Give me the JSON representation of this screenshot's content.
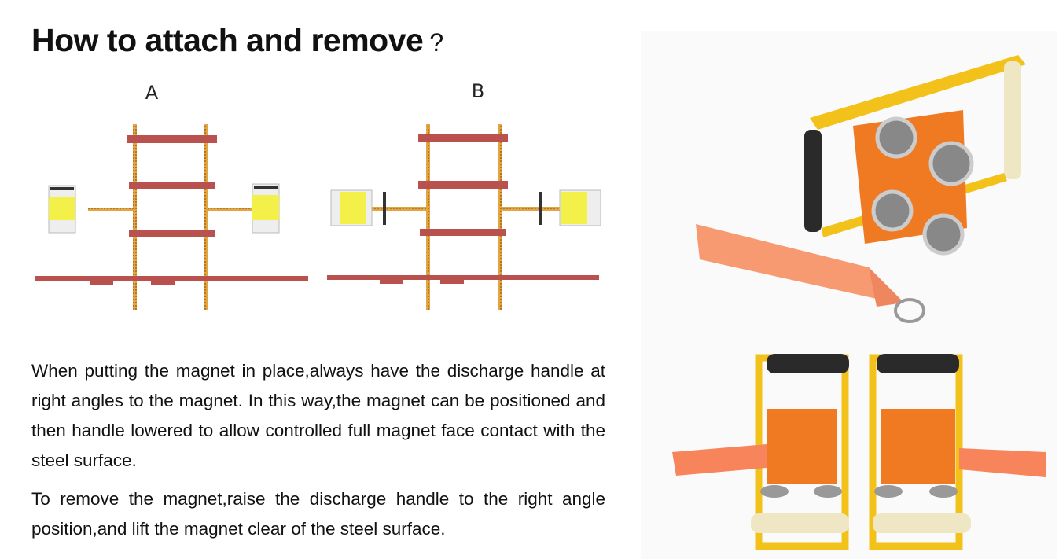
{
  "title": {
    "text": "How to attach and remove",
    "mark": "?"
  },
  "diagram": {
    "label_a": "A",
    "label_b": "B"
  },
  "paragraphs": [
    "When putting the magnet in place,always have the discharge handle at right angles to the magnet. In this way,the magnet can be positioned and then handle lowered to allow controlled full magnet face contact with the steel surface.",
    "To remove the magnet,raise the discharge handle to the right angle position,and lift the magnet clear of the steel surface."
  ],
  "colors": {
    "rung": "#b9524f",
    "rail": "#d99a3a",
    "magnet": "#f3f04a",
    "orange": "#f07a22",
    "yellow": "#f2c21a",
    "strap": "#f79a72"
  }
}
